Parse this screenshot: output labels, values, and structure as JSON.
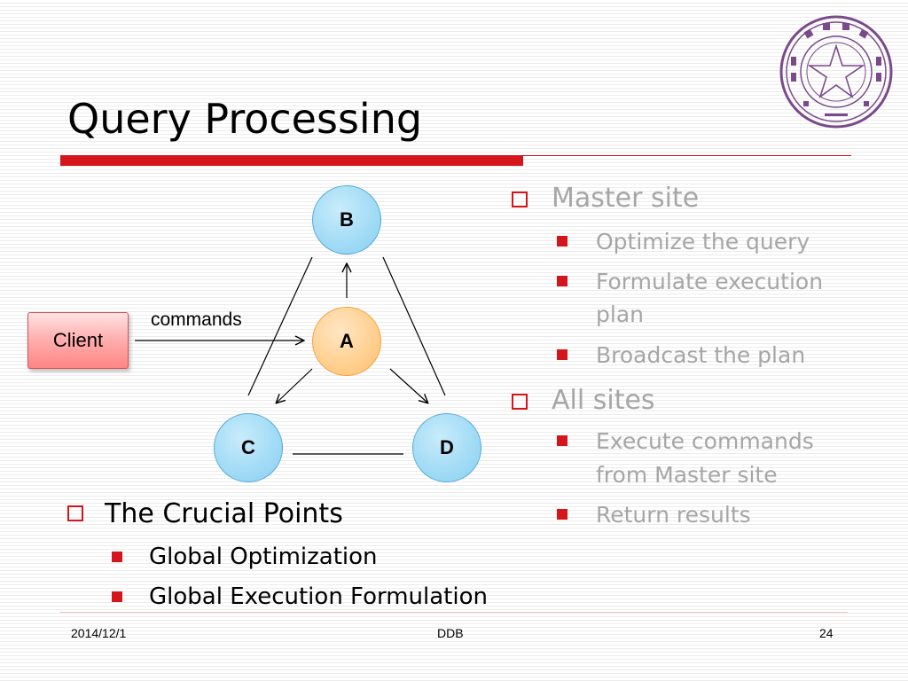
{
  "slide": {
    "title": "Query Processing"
  },
  "diagram": {
    "nodes": {
      "b": "B",
      "a": "A",
      "c": "C",
      "d": "D"
    },
    "client": "Client",
    "edge_label": "commands"
  },
  "left_list": {
    "heading": "The Crucial Points",
    "items": [
      "Global Optimization",
      "Global Execution Formulation"
    ]
  },
  "right_list": {
    "master": {
      "heading": "Master site",
      "items": [
        "Optimize the query",
        "Formulate execution",
        "plan",
        "Broadcast the plan"
      ]
    },
    "all": {
      "heading": "All sites",
      "items": [
        "Execute commands",
        "from Master site",
        "Return results"
      ]
    }
  },
  "footer": {
    "date": "2014/12/1",
    "center": "DDB",
    "page": "24"
  },
  "colors": {
    "accent": "#d4151c",
    "grey_text": "#a6a6a6",
    "seal": "#7a4a8a"
  },
  "icons": {
    "seal": "university-seal-icon"
  }
}
